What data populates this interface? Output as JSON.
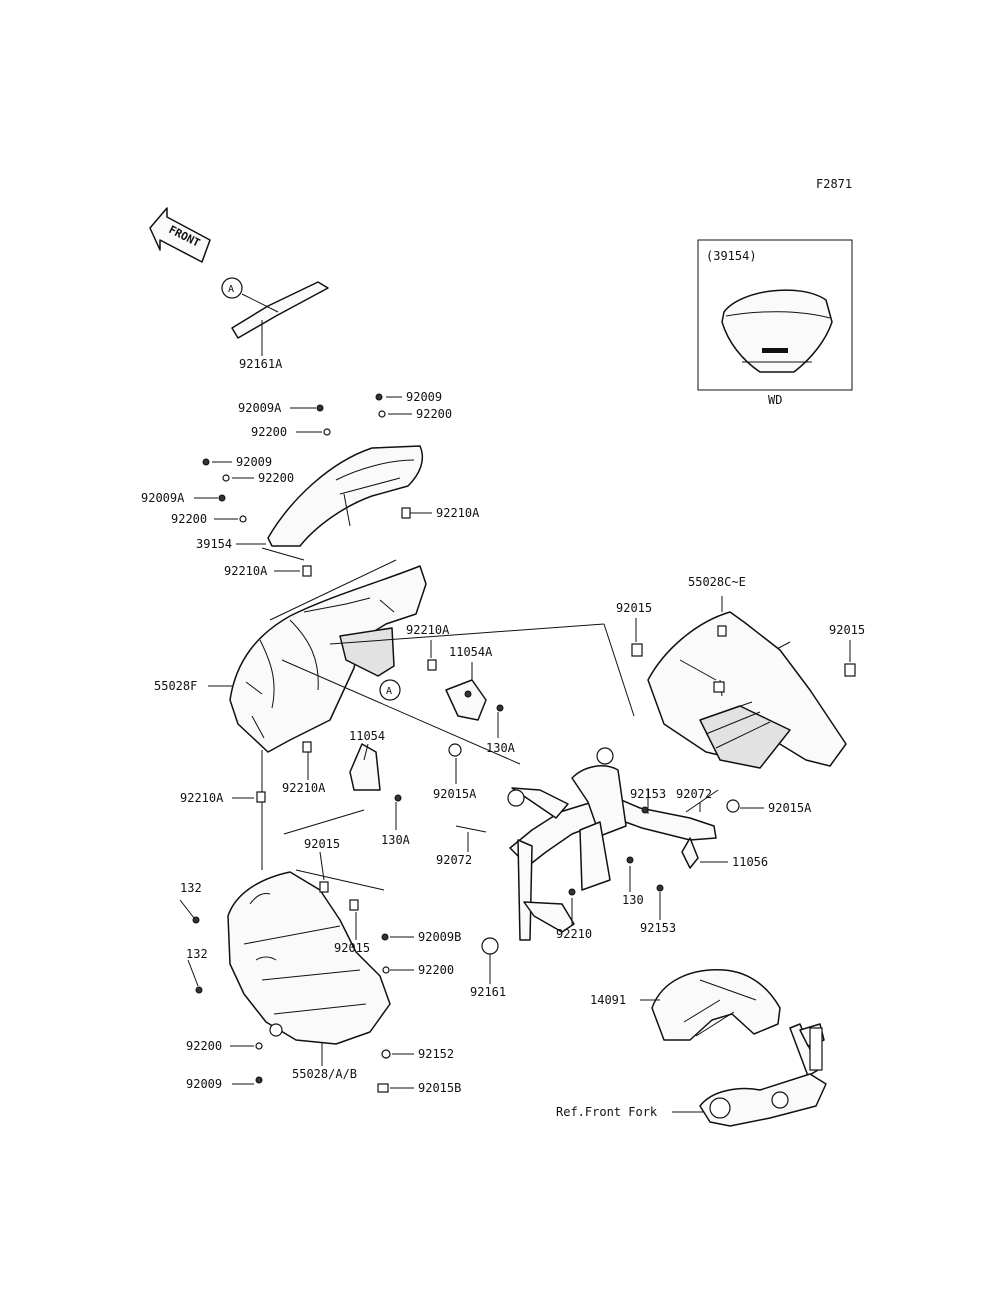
{
  "figure_code": "F2871",
  "front_arrow": "FRONT",
  "callout_letter": "A",
  "inset": {
    "label": "(39154)",
    "caption": "WD"
  },
  "parts": {
    "p92161A": "92161A",
    "p92009_top": "92009",
    "p92009A_top": "92009A",
    "p92200_a": "92200",
    "p92200_b": "92200",
    "p92009_mid": "92009",
    "p92200_c": "92200",
    "p92009A_mid": "92009A",
    "p92200_d": "92200",
    "p39154": "39154",
    "p92210A_a": "92210A",
    "p92210A_b": "92210A",
    "p92210A_c": "92210A",
    "p11054A": "11054A",
    "p55028F": "55028F",
    "p130A_a": "130A",
    "p11054": "11054",
    "p92210A_d": "92210A",
    "p92210A_e": "92210A",
    "p92015A_a": "92015A",
    "p130A_b": "130A",
    "p55028CE": "55028C~E",
    "p92015_a": "92015",
    "p92015_b": "92015",
    "p92153_a": "92153",
    "p92072_a": "92072",
    "p92015A_b": "92015A",
    "p11056": "11056",
    "p92072_b": "92072",
    "p130": "130",
    "p92153_b": "92153",
    "p92210": "92210",
    "p92015_c": "92015",
    "p132_a": "132",
    "p132_b": "132",
    "p92015_d": "92015",
    "p92009B": "92009B",
    "p92200_e": "92200",
    "p92161": "92161",
    "p14091": "14091",
    "p92200_f": "92200",
    "p92152": "92152",
    "p92009_bot": "92009",
    "p55028AB": "55028/A/B",
    "p92015B": "92015B",
    "ref_front_fork": "Ref.Front Fork"
  }
}
